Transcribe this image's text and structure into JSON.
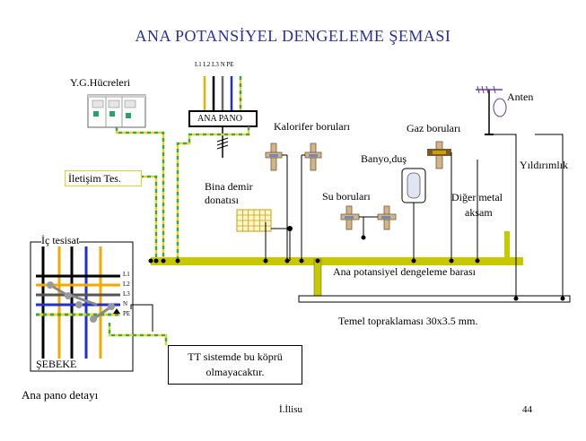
{
  "title": "ANA POTANSİYEL DENGELEME ŞEMASI",
  "labels": {
    "yg_cells": "Y.G.Hücreleri",
    "phase_header": "L1  L2  L3  N  PE",
    "main_panel": "ANA PANO",
    "heating_pipes": "Kalorifer boruları",
    "gas_pipes": "Gaz boruları",
    "antenna": "Anten",
    "lightning": "Yıldırımlık",
    "comm": "İletişim Tes.",
    "rebar_line1": "Bina demir",
    "rebar_line2": "donatısı",
    "bath": "Banyo,duş",
    "water_pipes": "Su boruları",
    "other_metal_line1": "Diğer metal",
    "other_metal_line2": "aksam",
    "busbar": "Ana potansiyel dengeleme barası",
    "foundation_earth": "Temel topraklaması 30x3.5 mm.",
    "internal_install": "İç tesisat",
    "grid": "ŞEBEKE",
    "detail_caption": "Ana pano detayı",
    "note_line1": "TT sistemde bu köprü",
    "note_line2": "olmayacaktır.",
    "author": "İ.İlisu",
    "page": "44"
  },
  "detail_lines": [
    "L1",
    "L2",
    "L3",
    "N",
    "PE"
  ],
  "colors": {
    "title": "#2a2f9a",
    "busbar": "#c8c800",
    "pe_yellow": "#e8d21a",
    "pe_green": "#3aa84a",
    "phase_blue": "#1f2fd0",
    "phase_orange": "#f2a900",
    "pipe_tan": "#d2b48c",
    "pipe_brown": "#7a5a2a",
    "pipe_blue": "#6a8ac0",
    "cell_green": "#2aa36a",
    "rebar": "#c8a000"
  }
}
